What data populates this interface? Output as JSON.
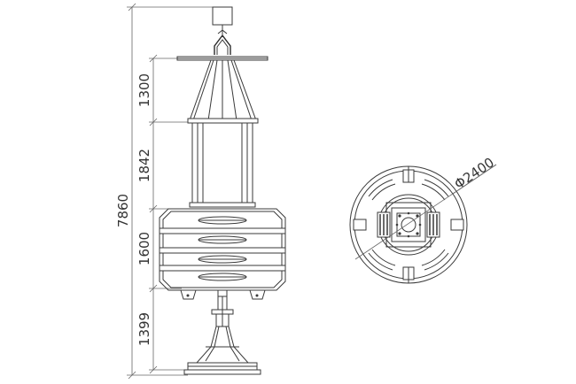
{
  "dimensions": {
    "total_height": "7860",
    "light_tower": "1300",
    "day_mark": "1842",
    "float_body": "1600",
    "tail_tube": "1399",
    "diameter": "Φ2400"
  },
  "colors": {
    "line": "#3a3a3a",
    "thin_line": "#666666",
    "text": "#333333",
    "background": "#ffffff"
  }
}
